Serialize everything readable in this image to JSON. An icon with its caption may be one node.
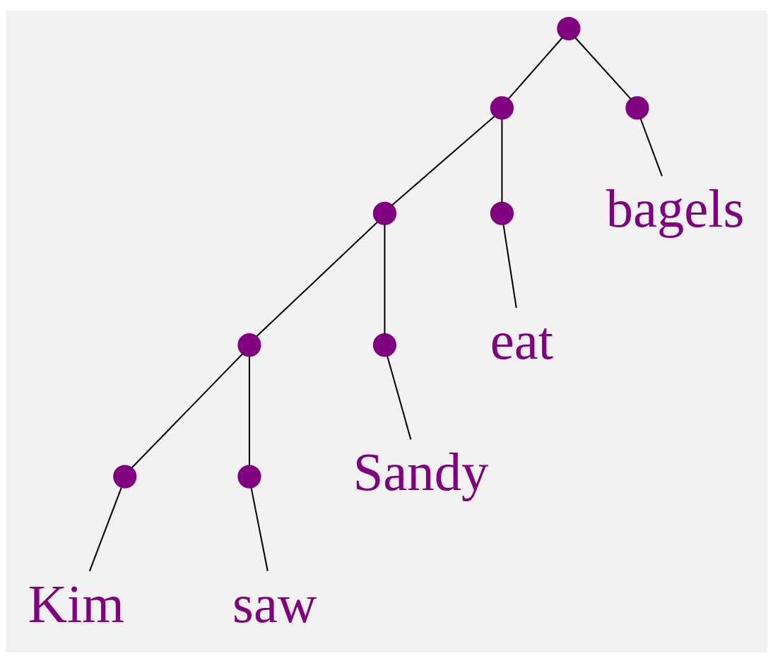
{
  "diagram": {
    "nodes": [
      {
        "text": [],
        "shape": "circle"
      },
      {
        "text": [],
        "shape": "circle"
      },
      {
        "text": [],
        "shape": "circle"
      },
      {
        "text": [],
        "shape": "circle"
      },
      {
        "text": [],
        "shape": "circle"
      },
      {
        "text": [
          "bagels"
        ]
      },
      {
        "text": [],
        "shape": "circle"
      },
      {
        "text": [],
        "shape": "circle"
      },
      {
        "text": [
          "eat"
        ]
      },
      {
        "text": [],
        "shape": "circle"
      },
      {
        "text": [],
        "shape": "circle"
      },
      {
        "text": [
          "Sandy"
        ]
      },
      {
        "text": [
          "Kim"
        ]
      },
      {
        "text": [
          "saw"
        ]
      }
    ],
    "edges": [
      {
        "from": 0,
        "to": 1,
        "arrow": "none"
      },
      {
        "from": 0,
        "to": 2,
        "arrow": "none"
      },
      {
        "from": 1,
        "to": 3,
        "arrow": "none"
      },
      {
        "from": 1,
        "to": 4,
        "arrow": "none"
      },
      {
        "from": 2,
        "to": 5,
        "arrow": "none"
      },
      {
        "from": 3,
        "to": 6,
        "arrow": "none"
      },
      {
        "from": 3,
        "to": 7,
        "arrow": "none"
      },
      {
        "from": 4,
        "to": 8,
        "arrow": "none"
      },
      {
        "from": 6,
        "to": 9,
        "arrow": "none"
      },
      {
        "from": 6,
        "to": 10,
        "arrow": "none"
      },
      {
        "from": 7,
        "to": 11,
        "arrow": "none"
      },
      {
        "from": 9,
        "to": 12,
        "arrow": "none"
      },
      {
        "from": 10,
        "to": 13,
        "arrow": "none"
      }
    ]
  }
}
